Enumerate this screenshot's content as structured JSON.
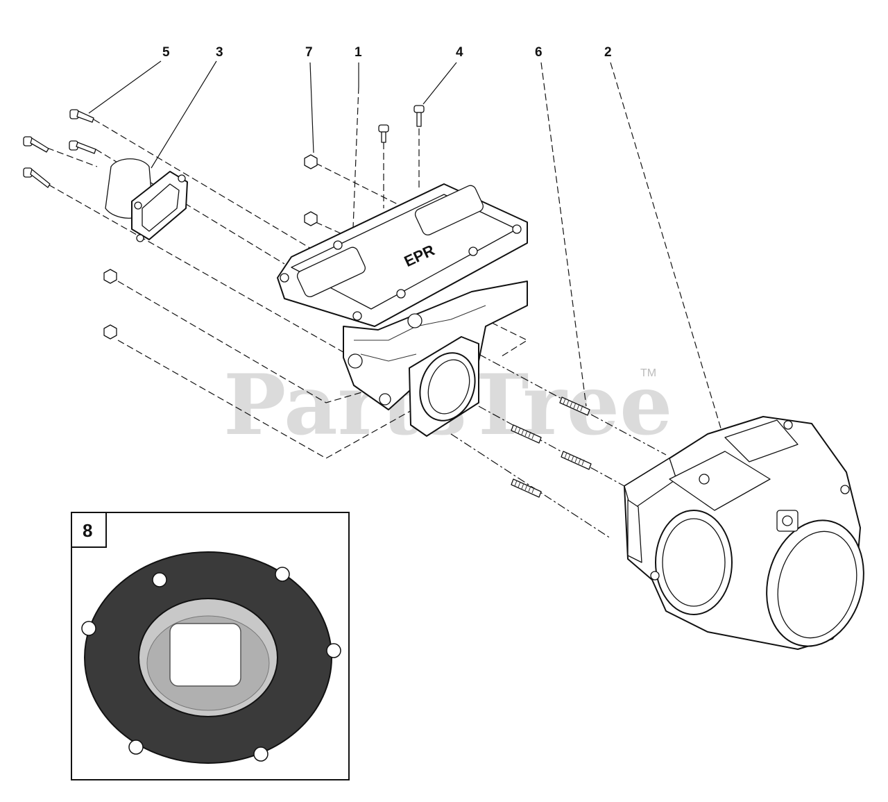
{
  "callouts": {
    "c5": "5",
    "c3": "3",
    "c7": "7",
    "c1": "1",
    "c4": "4",
    "c6": "6",
    "c2": "2"
  },
  "inset": {
    "label": "8"
  },
  "watermark": {
    "text": "PartsTree",
    "trademark": "TM"
  },
  "component_marking": "EPR"
}
